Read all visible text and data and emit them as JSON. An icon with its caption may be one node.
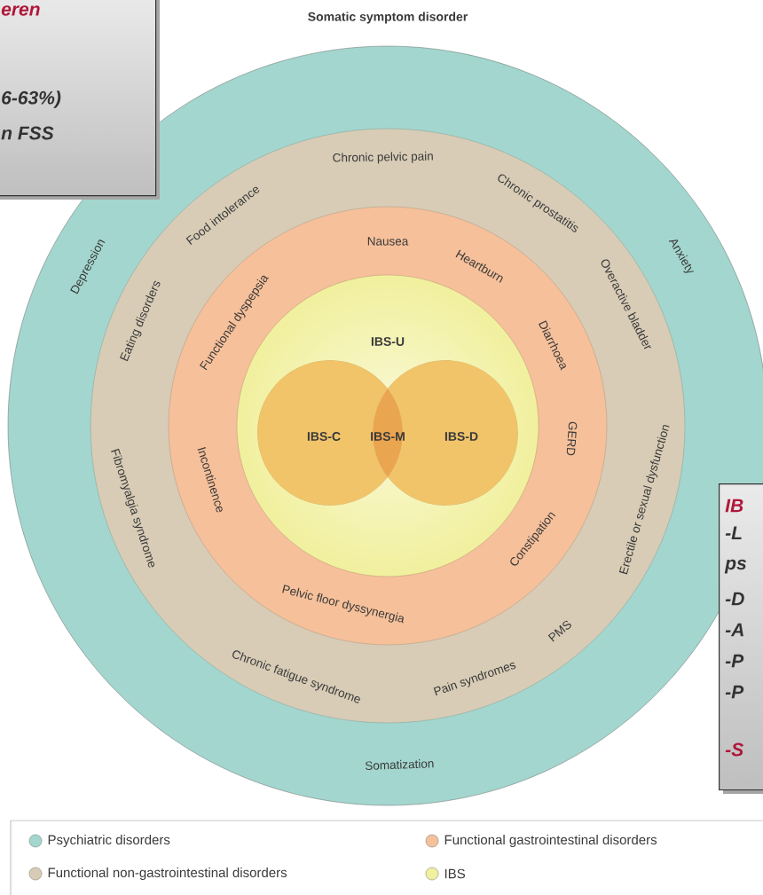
{
  "diagram": {
    "title": "Somatic symptom disorder",
    "nodes": [
      {
        "text": [
          "Depression",
          "Anxiety",
          "Somatization"
        ]
      },
      {
        "text": [
          "Food intolerance",
          "Chronic pelvic pain",
          "Chronic prostatitis",
          "Overactive bladder",
          "Erectile or sexual dysfunction",
          "PMS",
          "Pain syndromes",
          "Chronic fatigue syndrome",
          "Fibromyalgia syndrome",
          "Eating disorders"
        ],
        "in": 0
      },
      {
        "text": [
          "Functional dyspepsia",
          "Nausea",
          "Heartburn",
          "Diarrhoea",
          "GERD",
          "Constipation",
          "Pelvic floor dyssynergia",
          "Incontinence"
        ],
        "in": 1
      },
      {
        "text": [
          "IBS-U"
        ],
        "in": 2
      },
      {
        "text": [
          "IBS-C"
        ],
        "in": 3
      },
      {
        "text": [
          "IBS-D"
        ],
        "in": 3
      },
      {
        "text": [
          "IBS-M"
        ]
      },
      {
        "text": [
          "eren",
          "6-63%)",
          "n FSS"
        ]
      },
      {
        "text": [
          "IB",
          "-L ps",
          "-D",
          "-A",
          "-P",
          "-P",
          "-S"
        ]
      }
    ],
    "legend": [
      {
        "text": "Psychiatric disorders",
        "color": "#a3d6ce"
      },
      {
        "text": "Functional non-gastrointestinal disorders",
        "color": "#d8ccb6"
      },
      {
        "text": "Functional gastrointestinal disorders",
        "color": "#f6c09a"
      },
      {
        "text": "IBS",
        "color": "#f1f09e"
      }
    ]
  }
}
